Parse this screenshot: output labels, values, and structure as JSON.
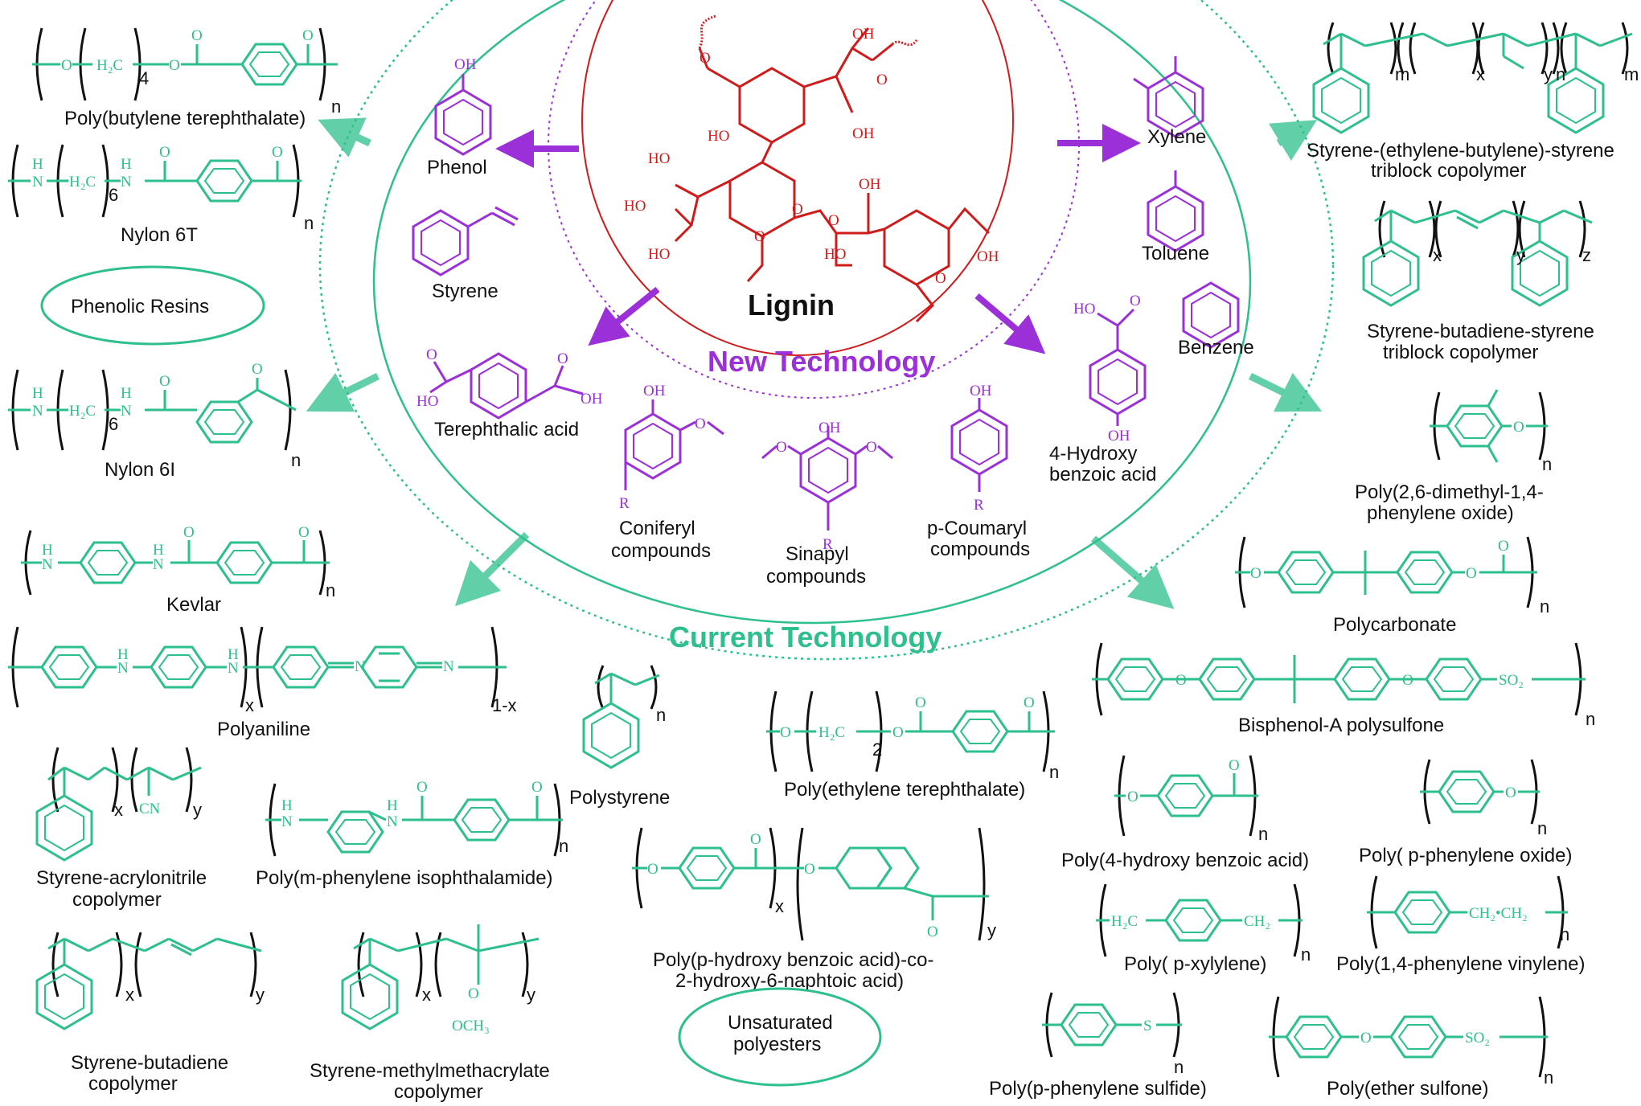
{
  "colors": {
    "polymer": "#2dbf8c",
    "monomer": "#9b30d9",
    "lignin": "#d11a1a",
    "text": "#111111"
  },
  "center": {
    "lignin_label": "Lignin",
    "new_technology": "New Technology",
    "current_technology": "Current Technology"
  },
  "monomers": {
    "phenol": "Phenol",
    "styrene": "Styrene",
    "terephthalic_acid": "Terephthalic acid",
    "coniferyl_1": "Coniferyl",
    "coniferyl_2": "compounds",
    "sinapyl_1": "Sinapyl",
    "sinapyl_2": "compounds",
    "coumaryl_1": "p-Coumaryl",
    "coumaryl_2": "compounds",
    "hba_1": "4-Hydroxy",
    "hba_2": "benzoic acid",
    "xylene": "Xylene",
    "toluene": "Toluene",
    "benzene": "Benzene"
  },
  "polymers": {
    "pbt": "Poly(butylene terephthalate)",
    "nylon6t": "Nylon 6T",
    "phenolic": "Phenolic Resins",
    "nylon6i": "Nylon 6I",
    "kevlar": "Kevlar",
    "polyaniline": "Polyaniline",
    "san_1": "Styrene-acrylonitrile",
    "san_2": "copolymer",
    "pmpi": "Poly(m-phenylene isophthalamide)",
    "sb_1": "Styrene-butadiene",
    "sb_2": "copolymer",
    "smma_1": "Styrene-methylmethacrylate",
    "smma_2": "copolymer",
    "polystyrene": "Polystyrene",
    "pet": "Poly(ethylene terephthalate)",
    "lcp_1": "Poly(p-hydroxy benzoic acid)-co-",
    "lcp_2": "2-hydroxy-6-naphtoic acid)",
    "unsat_1": "Unsaturated",
    "unsat_2": "polyesters",
    "sebs_1": "Styrene-(ethylene-butylene)-styrene",
    "sebs_2": "triblock copolymer",
    "sbs_1": "Styrene-butadiene-styrene",
    "sbs_2": "triblock copolymer",
    "ppo_1": "Poly(2,6-dimethyl-1,4-",
    "ppo_2": "phenylene oxide)",
    "pc": "Polycarbonate",
    "psu": "Bisphenol-A polysulfone",
    "phba": "Poly(4-hydroxy benzoic acid)",
    "ppo_ox": "Poly( p-phenylene oxide)",
    "ppx": "Poly( p-xylylene)",
    "ppv": "Poly(1,4-phenylene vinylene)",
    "pps": "Poly(p-phenylene sulfide)",
    "pes": "Poly(ether sulfone)"
  },
  "fragments": {
    "O": "O",
    "OH": "OH",
    "HO": "HO",
    "H": "H",
    "N": "N",
    "S": "S",
    "CN": "CN",
    "H2C": "H₂C",
    "CH2": "CH₂",
    "CH2CH2": "CH₂•CH₂",
    "SO2": "SO₂",
    "OCH3": "OCH₃",
    "R": "R",
    "n": "n",
    "m": "m",
    "x": "x",
    "y": "y",
    "z": "z",
    "four": "4",
    "six": "6",
    "two": "2",
    "one_minus_x": "1-x"
  }
}
